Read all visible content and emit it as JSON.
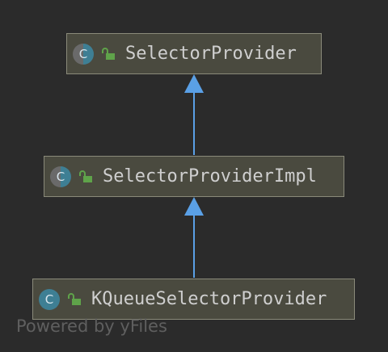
{
  "diagram": {
    "nodes": [
      {
        "id": "selector-provider",
        "label": "SelectorProvider",
        "kind": "abstract-class",
        "class_icon": "C",
        "visibility_icon": "unlock-icon"
      },
      {
        "id": "selector-provider-impl",
        "label": "SelectorProviderImpl",
        "kind": "abstract-class",
        "class_icon": "C",
        "visibility_icon": "unlock-icon"
      },
      {
        "id": "kqueue-selector-provider",
        "label": "KQueueSelectorProvider",
        "kind": "class",
        "class_icon": "C",
        "visibility_icon": "unlock-icon"
      }
    ],
    "edges": [
      {
        "from": "selector-provider-impl",
        "to": "selector-provider",
        "type": "extends"
      },
      {
        "from": "kqueue-selector-provider",
        "to": "selector-provider-impl",
        "type": "extends"
      }
    ]
  },
  "watermark": "Powered by yFiles",
  "colors": {
    "background": "#2b2b2b",
    "node_fill": "#4a4a3f",
    "node_border": "#8a8a7a",
    "edge": "#5aa0e6",
    "class_icon": "#3e7f94",
    "lock_icon": "#5fa34a"
  }
}
